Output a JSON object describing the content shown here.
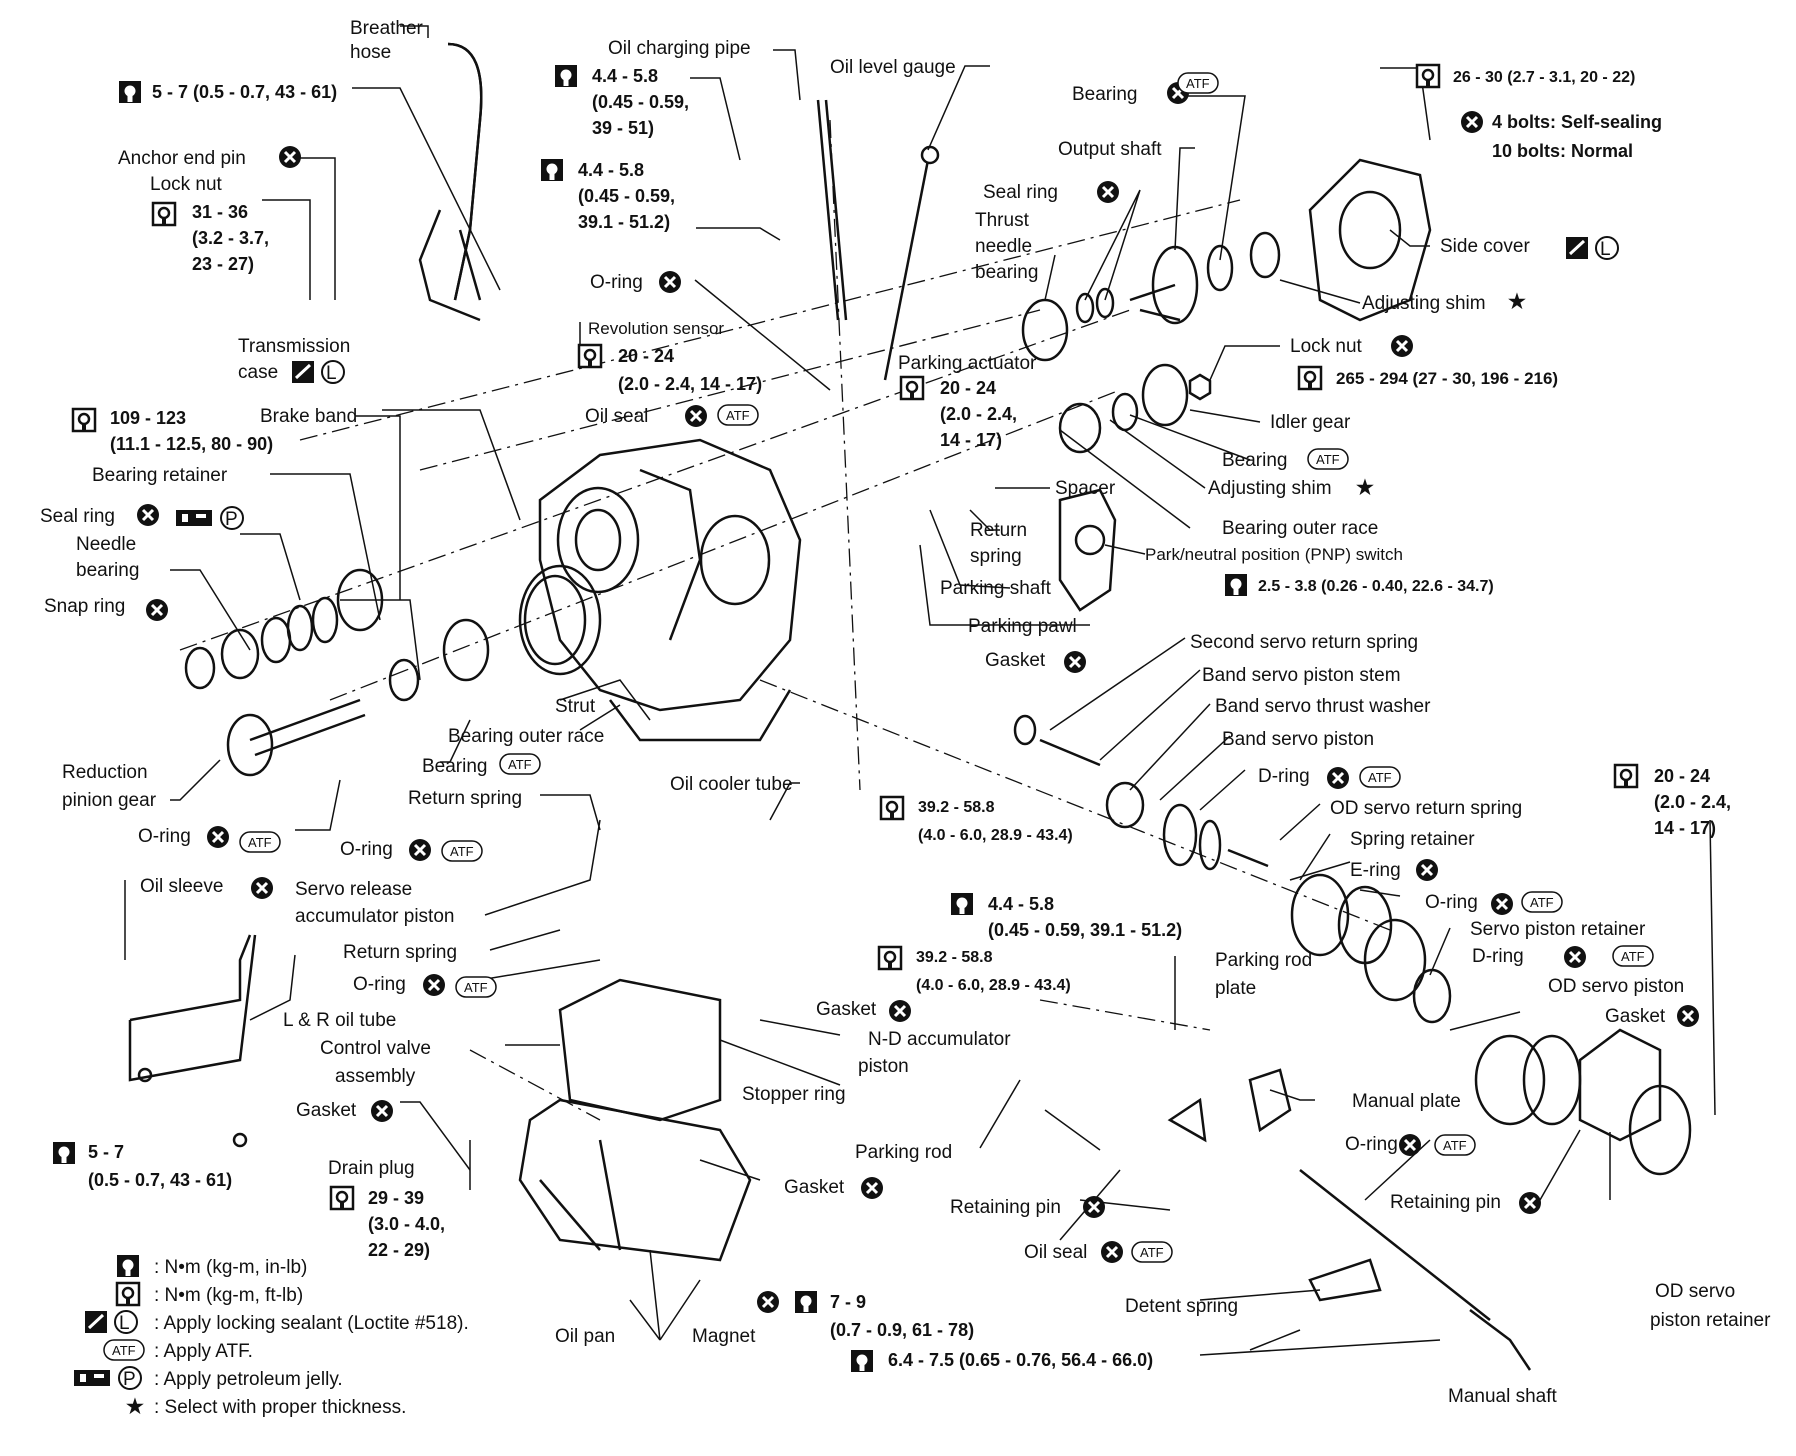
{
  "labels": {
    "breather_hose": [
      "Breather",
      "hose"
    ],
    "oil_charging_pipe": "Oil charging pipe",
    "oil_level_gauge": "Oil level gauge",
    "bearing_top": "Bearing",
    "output_shaft": "Output shaft",
    "seal_ring_top": "Seal ring",
    "thrust_needle_bearing": [
      "Thrust",
      "needle",
      "bearing"
    ],
    "side_cover": "Side cover",
    "adjusting_shim_top": "Adjusting shim",
    "lock_nut_right": "Lock nut",
    "idler_gear": "Idler gear",
    "bearing_right": "Bearing",
    "adjusting_shim_right": "Adjusting shim",
    "bearing_outer_race_right": "Bearing outer race",
    "park_neutral_switch": "Park/neutral position (PNP) switch",
    "parking_actuator": "Parking actuator",
    "spacer": "Spacer",
    "return_spring_mid": [
      "Return",
      "spring"
    ],
    "parking_shaft": "Parking shaft",
    "parking_pawl": "Parking pawl",
    "gasket_mid": "Gasket",
    "anchor_end_pin": "Anchor end pin",
    "lock_nut_left": "Lock nut",
    "transmission_case": [
      "Transmission",
      "case"
    ],
    "revolution_sensor": "Revolution sensor",
    "o_ring_top": "O-ring",
    "oil_seal_top": "Oil seal",
    "brake_band": "Brake band",
    "bearing_retainer": "Bearing retainer",
    "seal_ring_left": "Seal ring",
    "needle_bearing": [
      "Needle",
      "bearing"
    ],
    "snap_ring": "Snap ring",
    "strut": "Strut",
    "bearing_outer_race_mid": "Bearing outer race",
    "bearing_mid": "Bearing",
    "reduction_pinion_gear": [
      "Reduction",
      "pinion gear"
    ],
    "return_spring_low": "Return spring",
    "oil_cooler_tube": "Oil cooler tube",
    "o_ring_left": "O-ring",
    "o_ring_mid": "O-ring",
    "oil_sleeve": "Oil sleeve",
    "servo_release_accumulator_piston": [
      "Servo release",
      "accumulator piston"
    ],
    "return_spring_lower": "Return spring",
    "o_ring_lower": "O-ring",
    "l_r_oil_tube": "L & R oil tube",
    "control_valve_assembly": [
      "Control valve",
      "assembly"
    ],
    "gasket_left": "Gasket",
    "drain_plug": "Drain plug",
    "gasket_lower": "Gasket",
    "nd_accumulator_piston": [
      "N-D accumulator",
      "piston"
    ],
    "stopper_ring": "Stopper ring",
    "gasket_mid2": "Gasket",
    "second_servo_return_spring": "Second servo return spring",
    "band_servo_piston_stem": "Band servo piston stem",
    "band_servo_thrust_washer": "Band servo thrust washer",
    "band_servo_piston": "Band servo piston",
    "d_ring_top": "D-ring",
    "od_servo_return_spring": "OD servo return spring",
    "spring_retainer": "Spring retainer",
    "e_ring": "E-ring",
    "o_ring_right": "O-ring",
    "servo_piston_retainer": "Servo piston retainer",
    "d_ring_right": "D-ring",
    "od_servo_piston": "OD servo piston",
    "gasket_right": "Gasket",
    "parking_rod_plate": [
      "Parking rod",
      "plate"
    ],
    "manual_plate": "Manual plate",
    "o_ring_bottom_right": "O-ring",
    "parking_rod": "Parking rod",
    "retaining_pin_left": "Retaining pin",
    "retaining_pin_right": "Retaining pin",
    "oil_seal_bottom": "Oil seal",
    "detent_spring": "Detent spring",
    "manual_shaft": "Manual shaft",
    "od_servo_piston_retainer": [
      "OD servo",
      "piston retainer"
    ],
    "oil_pan": "Oil pan",
    "magnet": "Magnet"
  },
  "torques": {
    "t_top_left": "5 - 7 (0.5 - 0.7, 43 - 61)",
    "t_charging_pipe": [
      "4.4 - 5.8",
      "(0.45 - 0.59,",
      "39 - 51)"
    ],
    "t_charging_pipe2": [
      "4.4 - 5.8",
      "(0.45 - 0.59,",
      "39.1 - 51.2)"
    ],
    "t_lock_nut": [
      "31 - 36",
      "(3.2 - 3.7,",
      "23 - 27)"
    ],
    "t_rev_sensor": [
      "20 - 24",
      "(2.0 - 2.4, 14 - 17)"
    ],
    "t_parking_actuator": [
      "20 - 24",
      "(2.0 - 2.4,",
      "14 - 17)"
    ],
    "t_case": [
      "109 - 123",
      "(11.1 - 12.5, 80 - 90)"
    ],
    "t_side_cover": "26 - 30 (2.7 - 3.1, 20 - 22)",
    "side_cover_bolts": [
      "4 bolts: Self-sealing",
      "10 bolts: Normal"
    ],
    "t_lock_nut_right": "265 - 294 (27 - 30, 196 - 216)",
    "t_pnp": "2.5 - 3.8 (0.26 - 0.40, 22.6 - 34.7)",
    "t_cooler1": [
      "39.2 - 58.8",
      "(4.0 - 6.0, 28.9 - 43.4)"
    ],
    "t_cooler_mid": [
      "4.4 - 5.8",
      "(0.45 - 0.59, 39.1 - 51.2)"
    ],
    "t_cooler2": [
      "39.2 - 58.8",
      "(4.0 - 6.0, 28.9 - 43.4)"
    ],
    "t_od_retainer": [
      "20 - 24",
      "(2.0 - 2.4,",
      "14 - 17)"
    ],
    "t_oil_tube": [
      "5 - 7",
      "(0.5 - 0.7, 43 - 61)"
    ],
    "t_drain_plug": [
      "29 - 39",
      "(3.0 - 4.0,",
      "22 - 29)"
    ],
    "t_pan": [
      "7 - 9",
      "(0.7 - 0.9, 61 - 78)"
    ],
    "t_detent": "6.4 - 7.5 (0.65 - 0.76, 56.4 - 66.0)"
  },
  "symbol_text": {
    "atf": "ATF",
    "l": "L",
    "p": "P",
    "star": "★"
  },
  "legend": [
    ": N•m (kg-m, in-lb)",
    ": N•m (kg-m, ft-lb)",
    ": Apply locking sealant (Loctite #518).",
    ": Apply ATF.",
    ": Apply petroleum jelly.",
    ": Select with proper thickness."
  ]
}
